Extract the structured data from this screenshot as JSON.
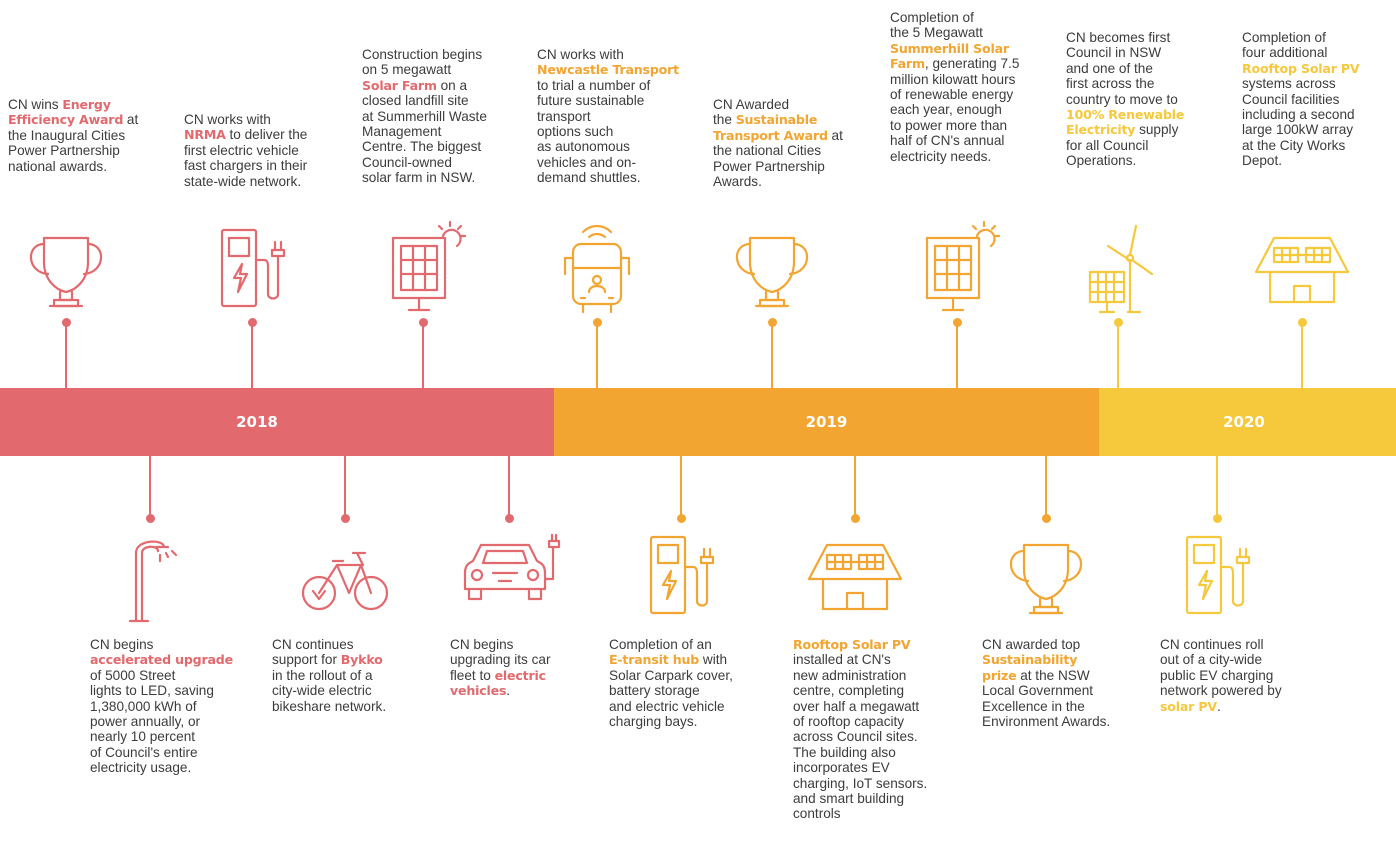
{
  "colors": {
    "y2018": "#e2696d",
    "y2019": "#f2a531",
    "y2020": "#f6c83c"
  },
  "years": {
    "y2018": "2018",
    "y2019": "2019",
    "y2020": "2020"
  },
  "events_top": [
    {
      "id": "t1",
      "lines": [
        [
          "CN wins ",
          {
            "b": "Energy"
          }
        ],
        [
          {
            "b": "Efficiency Award"
          },
          " at"
        ],
        [
          "the Inaugural Cities"
        ],
        [
          "Power Partnership"
        ],
        [
          "national awards."
        ]
      ],
      "icon": "trophy-icon"
    },
    {
      "id": "t2",
      "lines": [
        [
          "CN works with"
        ],
        [
          {
            "b": "NRMA"
          },
          " to deliver the"
        ],
        [
          "first electric vehicle"
        ],
        [
          "fast chargers in their"
        ],
        [
          "state-wide network."
        ]
      ],
      "icon": "ev-charger-icon"
    },
    {
      "id": "t3",
      "lines": [
        [
          "Construction begins"
        ],
        [
          "on 5 megawatt"
        ],
        [
          {
            "b": "Solar Farm"
          },
          " on a"
        ],
        [
          "closed landfill site"
        ],
        [
          "at Summerhill Waste"
        ],
        [
          "Management"
        ],
        [
          "Centre. The biggest"
        ],
        [
          "Council-owned"
        ],
        [
          "solar farm in NSW."
        ]
      ],
      "icon": "solar-panel-icon"
    },
    {
      "id": "t4",
      "lines": [
        [
          "CN works with"
        ],
        [
          {
            "b": "Newcastle Transport"
          }
        ],
        [
          "to trial a number of"
        ],
        [
          "future sustainable"
        ],
        [
          "transport"
        ],
        [
          "options such"
        ],
        [
          "as autonomous"
        ],
        [
          "vehicles and on-"
        ],
        [
          "demand shuttles."
        ]
      ],
      "icon": "autonomous-bus-icon"
    },
    {
      "id": "t5",
      "lines": [
        [
          "CN Awarded"
        ],
        [
          "the ",
          {
            "b": "Sustainable"
          }
        ],
        [
          {
            "b": "Transport Award"
          },
          " at"
        ],
        [
          "the national Cities"
        ],
        [
          "Power Partnership"
        ],
        [
          "Awards."
        ]
      ],
      "icon": "trophy-icon"
    },
    {
      "id": "t6",
      "lines": [
        [
          "Completion of"
        ],
        [
          "the 5 Megawatt"
        ],
        [
          {
            "b": "Summerhill Solar"
          }
        ],
        [
          {
            "b": "Farm"
          },
          ", generating 7.5"
        ],
        [
          "million kilowatt hours"
        ],
        [
          "of renewable energy"
        ],
        [
          "each year, enough"
        ],
        [
          "to power more than"
        ],
        [
          "half of CN's annual"
        ],
        [
          "electricity needs."
        ]
      ],
      "icon": "solar-panel-icon"
    },
    {
      "id": "t7",
      "lines": [
        [
          "CN becomes first"
        ],
        [
          "Council in NSW"
        ],
        [
          "and one of the"
        ],
        [
          "first across the"
        ],
        [
          "country to move to"
        ],
        [
          {
            "b": "100% Renewable"
          }
        ],
        [
          {
            "b": "Electricity"
          },
          " supply"
        ],
        [
          "for all Council"
        ],
        [
          "Operations."
        ]
      ],
      "icon": "wind-solar-icon"
    },
    {
      "id": "t8",
      "lines": [
        [
          "Completion of"
        ],
        [
          "four additional"
        ],
        [
          {
            "b": "Rooftop Solar PV"
          }
        ],
        [
          "systems across"
        ],
        [
          "Council facilities"
        ],
        [
          "including a second"
        ],
        [
          "large 100kW array"
        ],
        [
          "at the City Works"
        ],
        [
          "Depot."
        ]
      ],
      "icon": "rooftop-solar-house-icon"
    }
  ],
  "events_bottom": [
    {
      "id": "b1",
      "lines": [
        [
          "CN begins"
        ],
        [
          {
            "b": "accelerated upgrade"
          }
        ],
        [
          "of 5000 Street"
        ],
        [
          "lights to LED, saving"
        ],
        [
          "1,380,000 kWh of"
        ],
        [
          "power annually, or"
        ],
        [
          "nearly 10 percent"
        ],
        [
          "of Council's entire"
        ],
        [
          "electricity usage."
        ]
      ],
      "icon": "street-light-icon"
    },
    {
      "id": "b2",
      "lines": [
        [
          "CN continues"
        ],
        [
          "support for ",
          {
            "b": "Bykko"
          }
        ],
        [
          "in the rollout of a"
        ],
        [
          "city-wide electric"
        ],
        [
          "bikeshare network."
        ]
      ],
      "icon": "electric-bike-icon"
    },
    {
      "id": "b3",
      "lines": [
        [
          "CN begins"
        ],
        [
          "upgrading its car"
        ],
        [
          "fleet to ",
          {
            "b": "electric"
          }
        ],
        [
          {
            "b": "vehicles"
          },
          "."
        ]
      ],
      "icon": "electric-car-icon"
    },
    {
      "id": "b4",
      "lines": [
        [
          "Completion of an"
        ],
        [
          {
            "b": "E-transit hub"
          },
          " with"
        ],
        [
          "Solar Carpark cover,"
        ],
        [
          "battery storage"
        ],
        [
          "and electric vehicle"
        ],
        [
          "charging bays."
        ]
      ],
      "icon": "ev-charger-icon"
    },
    {
      "id": "b5",
      "lines": [
        [
          {
            "b": "Rooftop Solar PV"
          }
        ],
        [
          "installed at CN's"
        ],
        [
          "new administration"
        ],
        [
          "centre, completing"
        ],
        [
          "over half a megawatt"
        ],
        [
          "of rooftop capacity"
        ],
        [
          "across Council sites."
        ],
        [
          "The building also"
        ],
        [
          "incorporates EV"
        ],
        [
          "charging, IoT sensors."
        ],
        [
          "and smart building"
        ],
        [
          "controls"
        ]
      ],
      "icon": "rooftop-solar-house-icon"
    },
    {
      "id": "b6",
      "lines": [
        [
          "CN awarded top"
        ],
        [
          {
            "b": "Sustainability"
          }
        ],
        [
          {
            "b": "prize"
          },
          " at the NSW"
        ],
        [
          "Local Government"
        ],
        [
          "Excellence in the"
        ],
        [
          "Environment Awards."
        ]
      ],
      "icon": "trophy-icon"
    },
    {
      "id": "b7",
      "lines": [
        [
          "CN continues roll"
        ],
        [
          "out of a city-wide"
        ],
        [
          "public EV charging"
        ],
        [
          "network powered by"
        ],
        [
          {
            "b": "solar PV"
          },
          "."
        ]
      ],
      "icon": "ev-charger-icon"
    }
  ]
}
